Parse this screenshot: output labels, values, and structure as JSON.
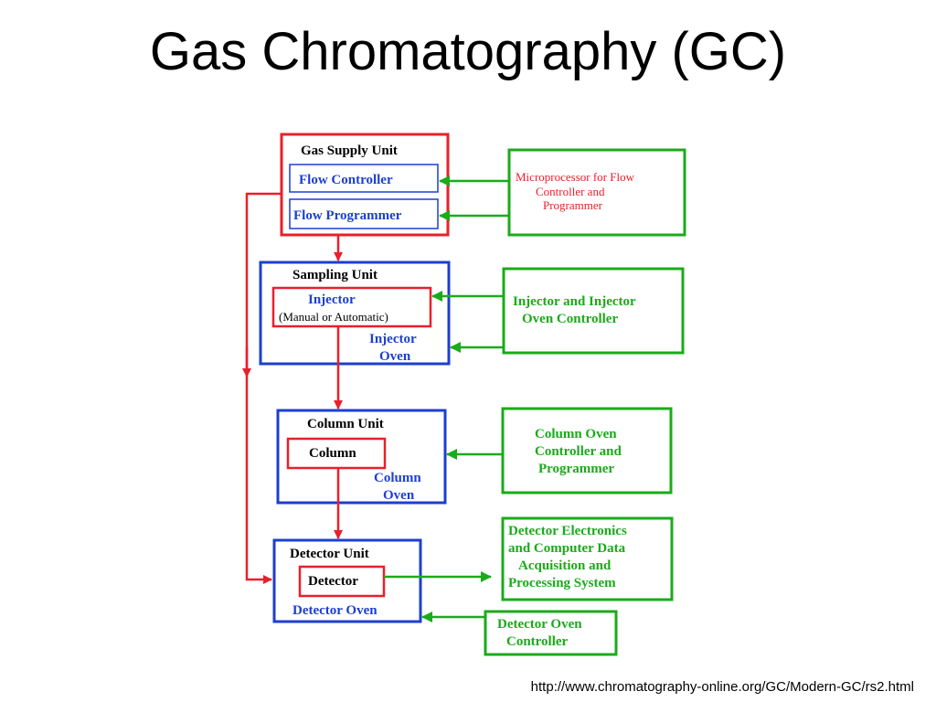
{
  "title": "Gas Chromatography (GC)",
  "colors": {
    "red": "#e8202a",
    "blue": "#1c3fd1",
    "green": "#1aab1a",
    "black": "#000000"
  },
  "gas_supply": {
    "title": "Gas Supply Unit",
    "flow_controller": "Flow Controller",
    "flow_programmer": "Flow Programmer"
  },
  "sampling": {
    "title": "Sampling Unit",
    "injector": "Injector",
    "injector_mode": "(Manual or Automatic)",
    "oven_line1": "Injector",
    "oven_line2": "Oven"
  },
  "column": {
    "title": "Column Unit",
    "column": "Column",
    "oven_line1": "Column",
    "oven_line2": "Oven"
  },
  "detector": {
    "title": "Detector Unit",
    "detector": "Detector",
    "oven": "Detector Oven"
  },
  "controllers": {
    "microprocessor": [
      "Microprocessor for Flow",
      "Controller  and",
      "Programmer"
    ],
    "injector_ctrl": [
      "Injector and Injector",
      "Oven Controller"
    ],
    "column_ctrl": [
      "Column Oven",
      "Controller and",
      "Programmer"
    ],
    "detector_electronics": [
      "Detector Electronics",
      "and Computer Data",
      "Acquisition and",
      "Processing System"
    ],
    "detector_oven_ctrl": [
      "Detector Oven",
      "Controller"
    ]
  },
  "source_url": "http://www.chromatography-online.org/GC/Modern-GC/rs2.html"
}
